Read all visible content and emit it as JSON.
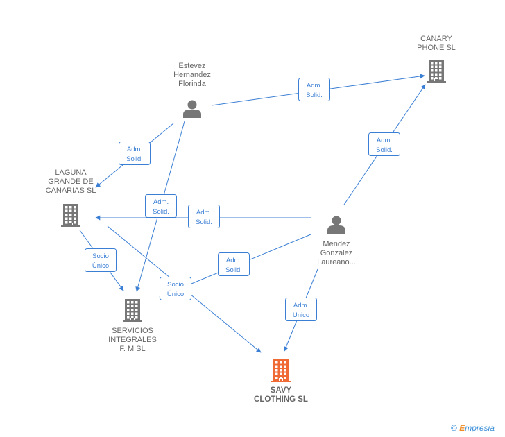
{
  "colors": {
    "edge": "#3b7fd4",
    "node": "#777777",
    "highlight": "#f06a35"
  },
  "nodes": [
    {
      "id": "canary",
      "type": "company",
      "label_lines": [
        "CANARY",
        "PHONE SL"
      ],
      "highlight": false
    },
    {
      "id": "estevez",
      "type": "person",
      "label_lines": [
        "Estevez",
        "Hernandez",
        "Florinda"
      ],
      "highlight": false
    },
    {
      "id": "laguna",
      "type": "company",
      "label_lines": [
        "LAGUNA",
        "GRANDE DE",
        "CANARIAS SL"
      ],
      "highlight": false
    },
    {
      "id": "mendez",
      "type": "person",
      "label_lines": [
        "Mendez",
        "Gonzalez",
        "Laureano..."
      ],
      "highlight": false
    },
    {
      "id": "servicios",
      "type": "company",
      "label_lines": [
        "SERVICIOS",
        "INTEGRALES",
        "F. M SL"
      ],
      "highlight": false
    },
    {
      "id": "savy",
      "type": "company",
      "label_lines": [
        "SAVY",
        "CLOTHING SL"
      ],
      "highlight": true
    }
  ],
  "edges": [
    {
      "from": "estevez",
      "to": "canary",
      "label_lines": [
        "Adm.",
        "Solid."
      ]
    },
    {
      "from": "estevez",
      "to": "laguna",
      "label_lines": [
        "Adm.",
        "Solid."
      ]
    },
    {
      "from": "estevez",
      "to": "servicios",
      "label_lines": [
        "Adm.",
        "Solid."
      ]
    },
    {
      "from": "mendez",
      "to": "canary",
      "label_lines": [
        "Adm.",
        "Solid."
      ]
    },
    {
      "from": "mendez",
      "to": "laguna",
      "label_lines": [
        "Adm.",
        "Solid."
      ]
    },
    {
      "from": "mendez",
      "to": "servicios",
      "label_lines": [
        "Adm.",
        "Solid."
      ]
    },
    {
      "from": "mendez",
      "to": "savy",
      "label_lines": [
        "Adm.",
        "Unico"
      ]
    },
    {
      "from": "laguna",
      "to": "servicios",
      "label_lines": [
        "Socio",
        "Único"
      ]
    },
    {
      "from": "laguna",
      "to": "savy",
      "label_lines": [
        "Socio",
        "Único"
      ]
    }
  ],
  "footer": {
    "copyright": "©",
    "brand_initial": "E",
    "brand_rest": "mpresia"
  }
}
